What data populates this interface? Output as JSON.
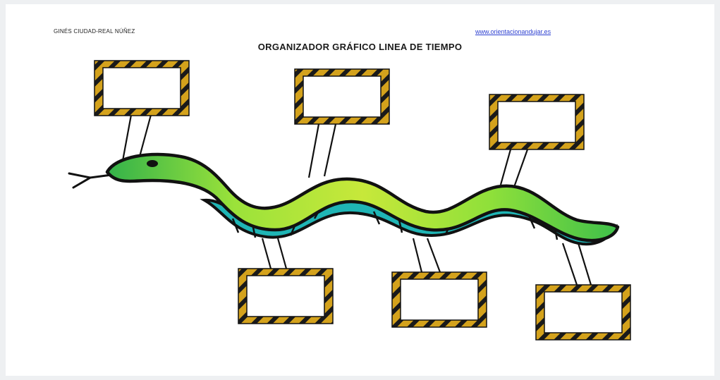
{
  "header": {
    "author": "GINÉS CIUDAD-REAL NÚÑEZ",
    "website": "www.orientacionandujar.es",
    "title": "ORGANIZADOR GRÁFICO LINEA DE TIEMPO"
  },
  "diagram": {
    "type": "timeline-organizer",
    "illustration": "snake",
    "boxes": [
      {
        "position": "top",
        "text": ""
      },
      {
        "position": "top",
        "text": ""
      },
      {
        "position": "top",
        "text": ""
      },
      {
        "position": "bottom",
        "text": ""
      },
      {
        "position": "bottom",
        "text": ""
      },
      {
        "position": "bottom",
        "text": ""
      }
    ]
  },
  "colors": {
    "snake_body": "#8fe03a",
    "snake_head": "#3fb84a",
    "snake_belly": "#1fb5b5",
    "frame_gold": "#d4a21c",
    "frame_stripe": "#1a1a1a"
  }
}
